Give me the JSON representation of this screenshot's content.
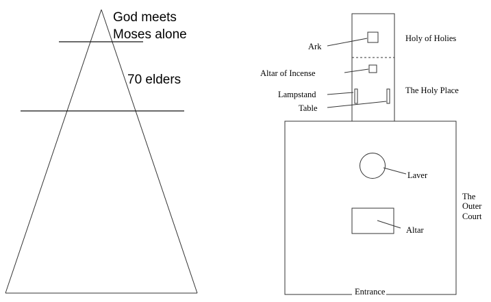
{
  "pyramid": {
    "top_label_line1": "God meets",
    "top_label_line2": "Moses alone",
    "middle_label": "70 elders"
  },
  "tabernacle": {
    "ark": "Ark",
    "holy_of_holies": "Holy of Holies",
    "altar_of_incense": "Altar of Incense",
    "lampstand": "Lampstand",
    "holy_place": "The Holy Place",
    "table": "Table",
    "laver": "Laver",
    "outer_court_line1": "The",
    "outer_court_line2": "Outer",
    "outer_court_line3": "Court",
    "altar": "Altar",
    "entrance": "Entrance"
  }
}
